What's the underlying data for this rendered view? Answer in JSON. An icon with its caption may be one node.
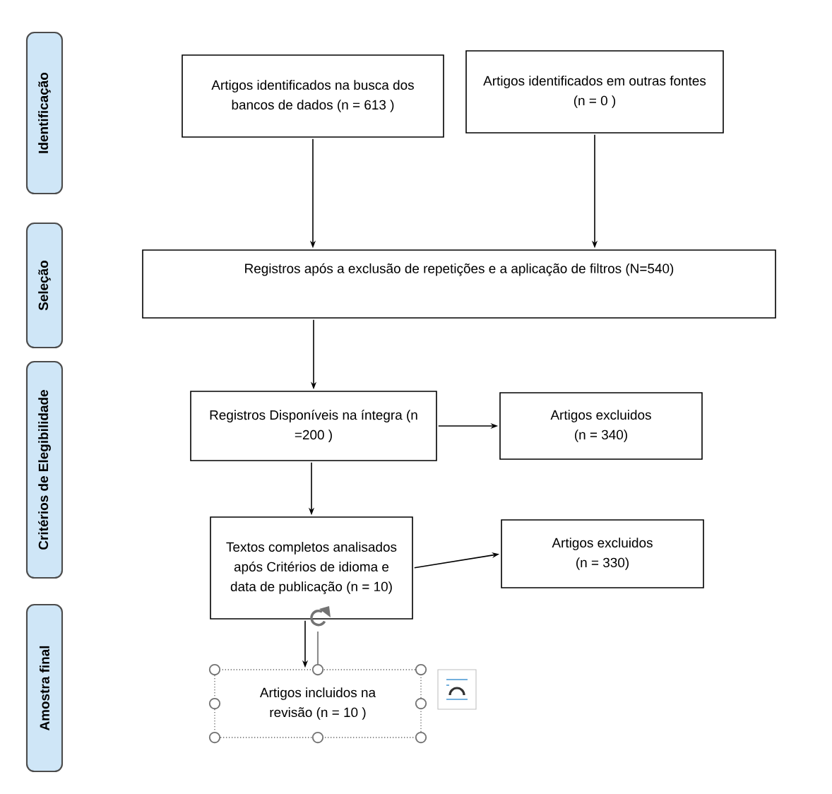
{
  "diagram": {
    "nodes": [
      {
        "text": [
          "Identificação"
        ]
      },
      {
        "text": [
          "Seleção"
        ]
      },
      {
        "text": [
          "Critérios de Elegibilidade"
        ]
      },
      {
        "text": [
          "Amostra final"
        ]
      },
      {
        "text": [
          "Artigos identificados na busca dos bancos de dados (n = 613 )"
        ]
      },
      {
        "text": [
          "Artigos identificados em outras fontes (n = 0 )"
        ]
      },
      {
        "text": [
          "Registros após a exclusão de repetições e a aplicação de filtros (N=540)"
        ]
      },
      {
        "text": [
          "Registros Disponíveis na íntegra (n =200 )"
        ]
      },
      {
        "text": [
          "Artigos excluidos (n = 340)"
        ]
      },
      {
        "text": [
          "Textos completos analisados após Critérios de idioma e data de publicação (n = 10)"
        ]
      },
      {
        "text": [
          "Artigos excluidos (n = 330)"
        ]
      },
      {
        "text": [
          "Artigos incluidos na revisão (n = 10 )"
        ]
      }
    ],
    "edges": [
      {
        "from": 4,
        "to": 6,
        "arrow": "to"
      },
      {
        "from": 5,
        "to": 6,
        "arrow": "to"
      },
      {
        "from": 6,
        "to": 7,
        "arrow": "to"
      },
      {
        "from": 7,
        "to": 8,
        "arrow": "to"
      },
      {
        "from": 7,
        "to": 9,
        "arrow": "to"
      },
      {
        "from": 9,
        "to": 10,
        "arrow": "to"
      },
      {
        "from": 9,
        "to": 11,
        "arrow": "to"
      }
    ]
  }
}
